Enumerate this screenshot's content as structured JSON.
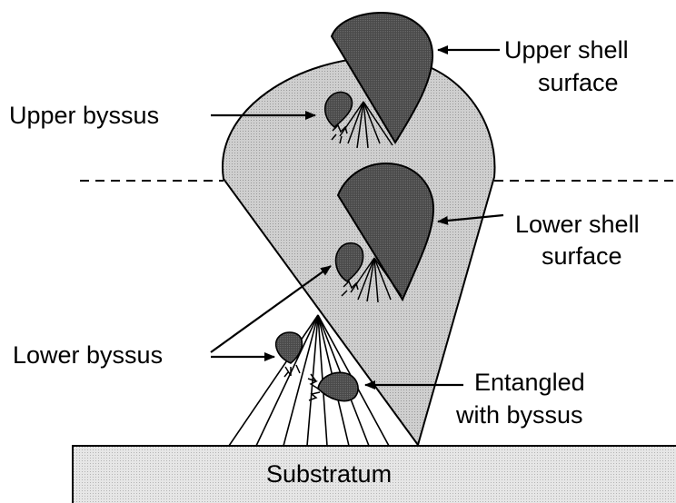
{
  "labels": {
    "upper_shell_line1": "Upper shell",
    "upper_shell_line2": "surface",
    "upper_byssus": "Upper byssus",
    "lower_shell_line1": "Lower shell",
    "lower_shell_line2": "surface",
    "lower_byssus": "Lower byssus",
    "entangled_line1": "Entangled",
    "entangled_line2": "with byssus",
    "substratum": "Substratum"
  },
  "colors": {
    "large_shell_fill": "#c8c8c8",
    "mussel_fill": "#555555",
    "substratum_fill": "#e2e2e2",
    "outline": "#000000"
  }
}
